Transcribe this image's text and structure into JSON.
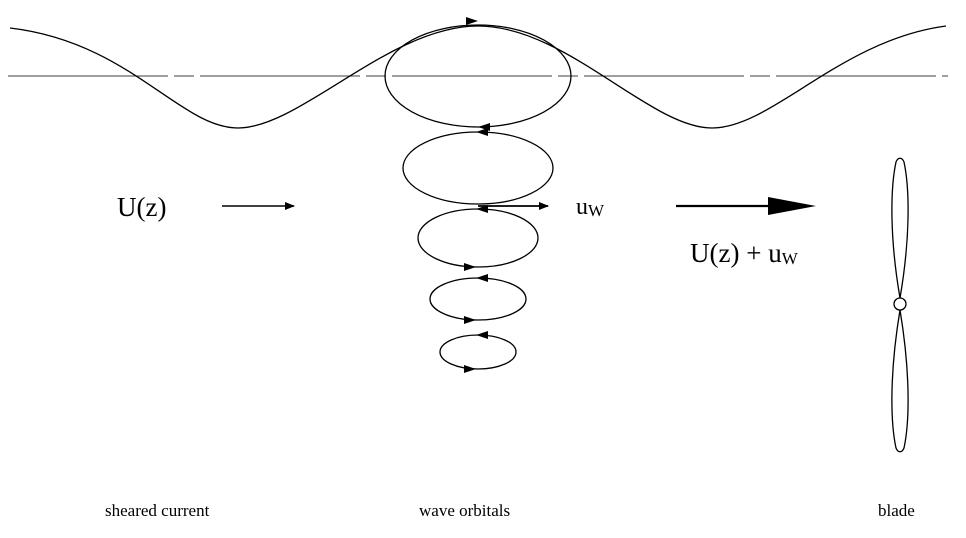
{
  "labels": {
    "current_u": "U(z)",
    "wave_u_main": "u",
    "wave_u_sub": "W",
    "combined_main": "U(z) + u",
    "combined_sub": "W",
    "caption_left": "sheared current",
    "caption_center": "wave orbitals",
    "caption_right": "blade"
  },
  "colors": {
    "ink": "#000000",
    "background": "#ffffff"
  }
}
